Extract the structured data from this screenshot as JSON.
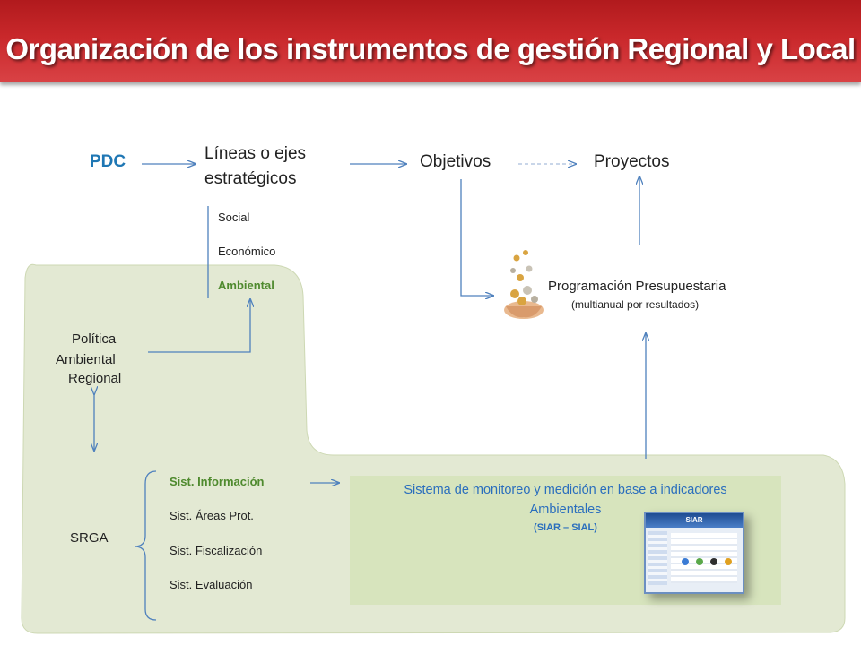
{
  "title": "Organización de los instrumentos de gestión Regional y Local",
  "top_flow": {
    "pdc": "PDC",
    "lineas_line1": "Líneas o ejes",
    "lineas_line2": "estratégicos",
    "objetivos": "Objetivos",
    "proyectos": "Proyectos"
  },
  "axes": [
    "Social",
    "Económico",
    "Ambiental"
  ],
  "budget": {
    "title": "Programación Presupuestaria",
    "subtitle": "(multianual por resultados)"
  },
  "policy": {
    "line1": "Política",
    "line2": "Ambiental",
    "line3": "Regional"
  },
  "srga": {
    "label": "SRGA",
    "systems": [
      "Sist. Información",
      "Sist. Áreas Prot.",
      "Sist. Fiscalización",
      "Sist. Evaluación"
    ]
  },
  "monitoring": {
    "line1": "Sistema de monitoreo y medición en base a indicadores",
    "line2": "Ambientales",
    "code": "(SIAR – SIAL)",
    "screen_header": "SIAR"
  },
  "colors": {
    "title_red": "#c9282b",
    "region_green": "#e3e9d3",
    "box_green": "#d7e4bd",
    "arrow_blue": "#4f81bd",
    "accent_green": "#4f8a2e",
    "pdc_blue": "#1f77b4"
  }
}
